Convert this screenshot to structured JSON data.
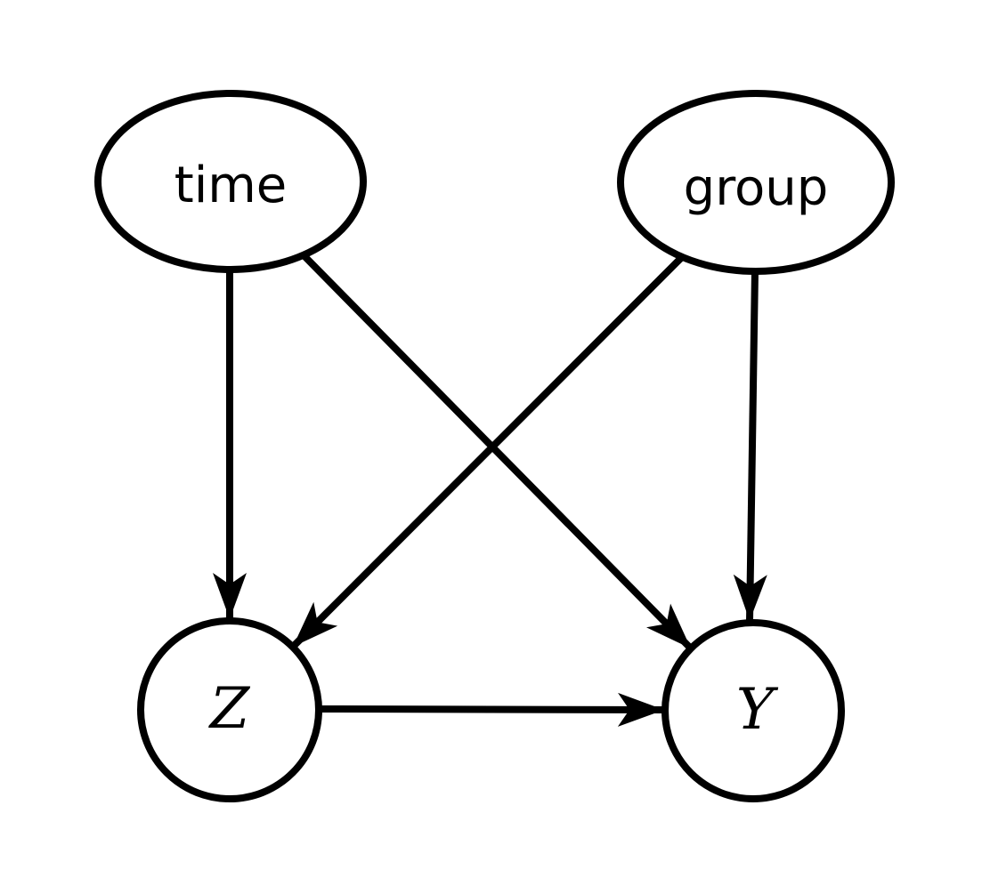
{
  "diagram": {
    "type": "directed-acyclic-graph",
    "background_color": "#ffffff",
    "stroke_color": "#000000",
    "nodes": [
      {
        "id": "time",
        "label": "time",
        "shape": "ellipse",
        "label_style": "sans"
      },
      {
        "id": "group",
        "label": "group",
        "shape": "ellipse",
        "label_style": "sans"
      },
      {
        "id": "Z",
        "label": "Z",
        "shape": "circle",
        "label_style": "math-italic"
      },
      {
        "id": "Y",
        "label": "Y",
        "shape": "circle",
        "label_style": "math-italic"
      }
    ],
    "edges": [
      {
        "from": "time",
        "to": "Z",
        "description": "time to Z arrow"
      },
      {
        "from": "time",
        "to": "Y",
        "description": "time to Y arrow"
      },
      {
        "from": "group",
        "to": "Z",
        "description": "group to Z arrow"
      },
      {
        "from": "group",
        "to": "Y",
        "description": "group to Y arrow"
      },
      {
        "from": "Z",
        "to": "Y",
        "description": "Z to Y arrow"
      }
    ]
  }
}
